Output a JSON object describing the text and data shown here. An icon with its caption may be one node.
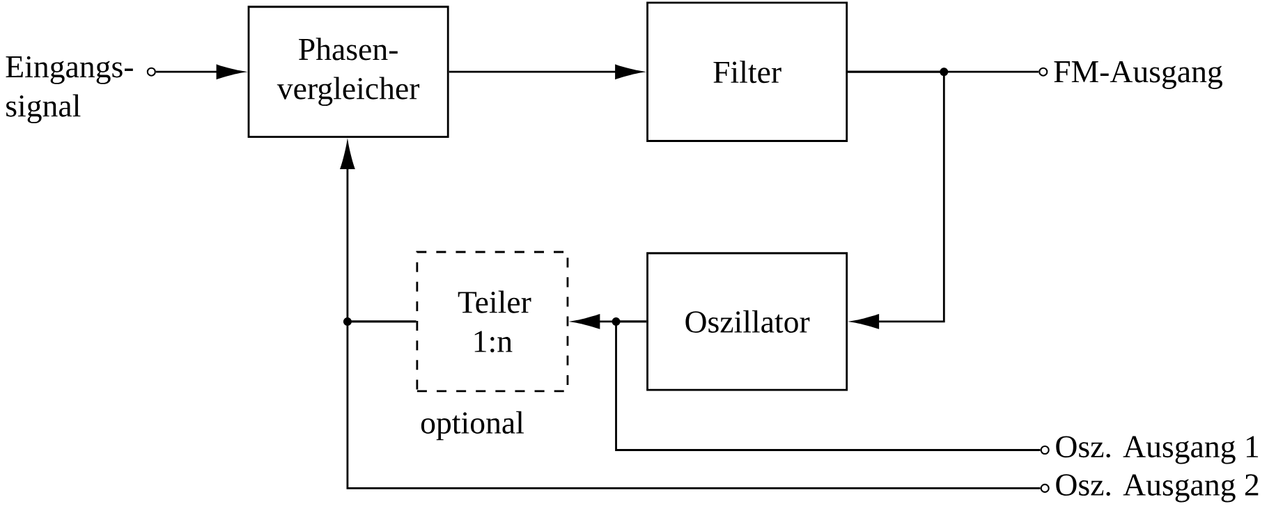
{
  "diagram": {
    "nodes": [
      {
        "text": [],
        "shape": "circle",
        "beside": [
          "Eingangs- signal"
        ]
      },
      {
        "text": [
          "Phasen- vergleicher"
        ]
      },
      {
        "text": [
          "Filter"
        ]
      },
      {
        "text": [],
        "shape": "circle",
        "beside": [
          "FM-Ausgang"
        ]
      },
      {
        "text": [
          "Oszillator"
        ]
      },
      {
        "text": [
          "Teiler 1:n"
        ],
        "beside": [
          "optional"
        ]
      },
      {
        "text": [],
        "shape": "circle",
        "beside": [
          "Osz. Ausgang 1"
        ]
      },
      {
        "text": [],
        "shape": "circle",
        "beside": [
          "Osz. Ausgang 2"
        ]
      }
    ],
    "edges": [
      {
        "from": 0,
        "to": 1,
        "arrow": "to"
      },
      {
        "from": 1,
        "to": 2,
        "arrow": "to"
      },
      {
        "from": 2,
        "to": 3,
        "arrow": "none"
      },
      {
        "from": 2,
        "to": 4,
        "arrow": "to"
      },
      {
        "from": 4,
        "to": 5,
        "arrow": "to"
      },
      {
        "from": 4,
        "to": 6,
        "arrow": "none"
      },
      {
        "from": 5,
        "to": 1,
        "arrow": "to"
      },
      {
        "from": 5,
        "to": 7,
        "arrow": "none"
      }
    ]
  }
}
